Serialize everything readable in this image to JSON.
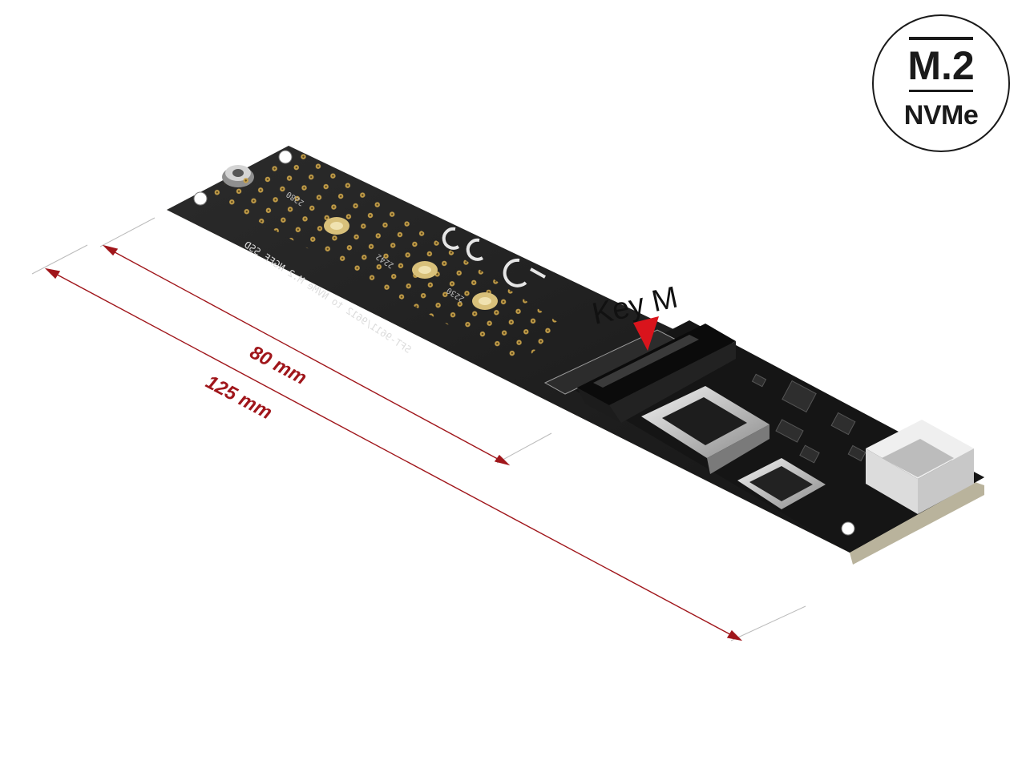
{
  "badge": {
    "line1": "M.2",
    "line2": "NVMe"
  },
  "product": {
    "board_print": "SFT-9611/9612 to NVMe M.2 NGFF SSD",
    "size_marks": [
      "2280",
      "2242",
      "2230"
    ]
  },
  "callout": {
    "key_label": "Key M"
  },
  "dimensions": [
    {
      "label": "80 mm"
    },
    {
      "label": "125 mm"
    }
  ],
  "colors": {
    "dimension_line": "#a0161b",
    "pcb": "#1e1e1e",
    "gold_pad": "#c9a24a",
    "marker": "#d9141c"
  }
}
